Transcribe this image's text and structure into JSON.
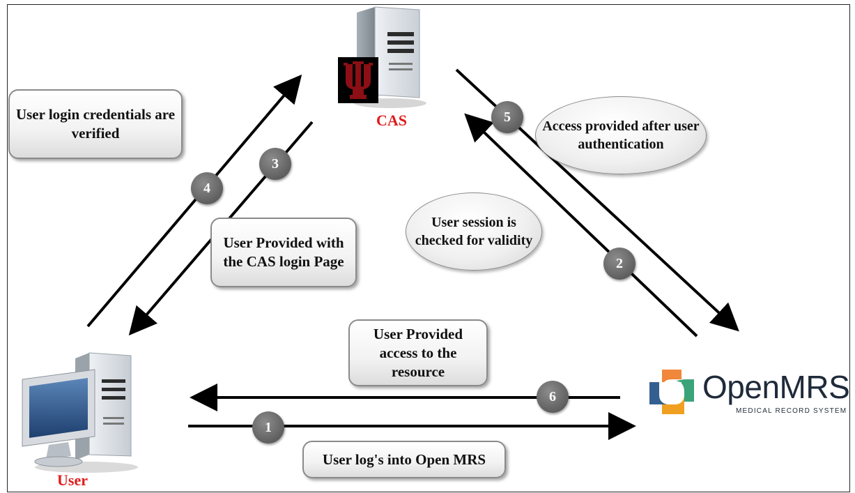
{
  "nodes": {
    "cas": {
      "label": "CAS"
    },
    "user": {
      "label": "User"
    },
    "openmrs": {
      "name": "OpenMRS",
      "tagline": "MEDICAL RECORD SYSTEM"
    }
  },
  "boxes": {
    "credentials": "User login credentials are verified",
    "cas_login_page": "User Provided with the CAS login Page",
    "access_resource": "User Provided access to the resource",
    "login_openmrs": "User log's into Open MRS"
  },
  "ellipses": {
    "access_after_auth": "Access provided after user authentication",
    "session_checked": "User session is checked for validity"
  },
  "steps": [
    "1",
    "2",
    "3",
    "4",
    "5",
    "6"
  ],
  "colors": {
    "label_red": "#e01b1b",
    "step_gray": "#6b6b6b",
    "arrow": "#000000",
    "cas_logo": "#7a0c10",
    "openmrs_orange": "#f0873a",
    "openmrs_green": "#3aa37a",
    "openmrs_blue": "#34608f",
    "openmrs_purple": "#7a3a8c"
  },
  "icons": [
    "server-icon",
    "university-trident-logo",
    "desktop-computer-icon",
    "openmrs-logo-icon"
  ]
}
